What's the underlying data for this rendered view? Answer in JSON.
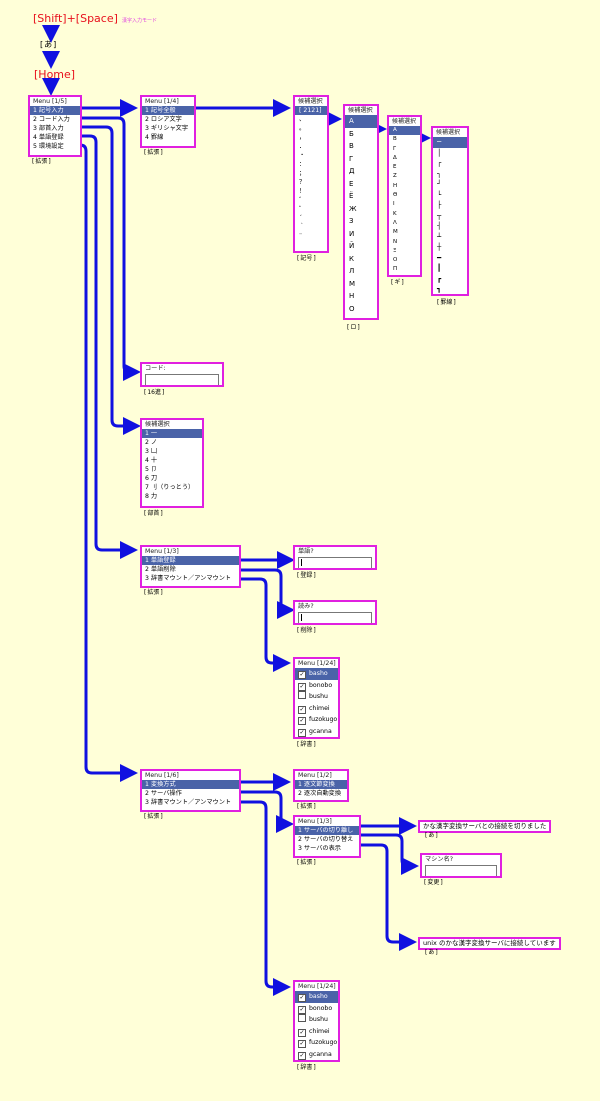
{
  "top": {
    "shortcut": "[Shift]+[Space]",
    "shortcut_note": "漢字入力モード",
    "mode_key": "あ",
    "home_key": "[Home]"
  },
  "main_menu": {
    "title": "Menu [1/5]",
    "items": [
      "1 記号入力",
      "2 コード入力",
      "3 部首入力",
      "4 単語登録",
      "5 環境設定"
    ],
    "label": "拡張"
  },
  "symbol_menu": {
    "title": "Menu [1/4]",
    "items": [
      "1 記号全般",
      "2 ロシア文字",
      "3 ギリシャ文字",
      "4 罫線"
    ],
    "label": "拡張"
  },
  "kigou_list": {
    "title": "候補選択",
    "items": [
      "[ 2121]",
      "、",
      "。",
      "，",
      "．",
      "・",
      "：",
      "；",
      "？",
      "！",
      "゛",
      "゜",
      "´",
      "｀",
      "¨"
    ],
    "label": "記号"
  },
  "russian_list": {
    "title": "候補選択",
    "items": [
      "А",
      "Б",
      "В",
      "Г",
      "Д",
      "Е",
      "Ё",
      "Ж",
      "З",
      "И",
      "Й",
      "К",
      "Л",
      "М",
      "Н",
      "О"
    ],
    "label": "ロ"
  },
  "greek_list": {
    "title": "候補選択",
    "items": [
      "Α",
      "Β",
      "Γ",
      "Δ",
      "Ε",
      "Ζ",
      "Η",
      "Θ",
      "Ι",
      "Κ",
      "Λ",
      "Μ",
      "Ν",
      "Ξ",
      "Ο",
      "Π"
    ],
    "label": "ギ"
  },
  "keisen_list": {
    "title": "候補選択",
    "items": [
      "─",
      "│",
      "┌",
      "┐",
      "┘",
      "└",
      "├",
      "┬",
      "┤",
      "┴",
      "┼",
      "━",
      "┃",
      "┏",
      "┓"
    ],
    "label": "罫線"
  },
  "code_input": {
    "title": "コード:",
    "label": "16進"
  },
  "bushu_list": {
    "title": "候補選択",
    "items": [
      "1 一",
      "2 ノ",
      "3 凵",
      "4 十",
      "5 卩",
      "6 刀",
      "7 刂（りっとう）",
      "8 力"
    ],
    "label": "部首"
  },
  "word_menu": {
    "title": "Menu [1/3]",
    "items": [
      "1 単語登録",
      "2 単語削除",
      "3 辞書マウント／アンマウント"
    ],
    "label": "拡張"
  },
  "word_prompt": {
    "title": "単語?",
    "label": "登録"
  },
  "yomi_prompt": {
    "title": "読み?",
    "label": "削除"
  },
  "dict_menu_1": {
    "title": "Menu [1/24]",
    "items": [
      {
        "name": "basho",
        "checked": true
      },
      {
        "name": "bonobo",
        "checked": true
      },
      {
        "name": "bushu",
        "checked": false
      },
      {
        "name": "chimei",
        "checked": true
      },
      {
        "name": "fuzokugo",
        "checked": true
      },
      {
        "name": "gcanna",
        "checked": true
      }
    ],
    "label": "辞書"
  },
  "env_menu": {
    "title": "Menu [1/6]",
    "items": [
      "1 変換方式",
      "2 サーバ操作",
      "3 辞書マウント／アンマウント"
    ],
    "label": "拡張"
  },
  "conv_menu": {
    "title": "Menu [1/2]",
    "items": [
      "1 逐文節変換",
      "2 逐次自動変換"
    ],
    "label": "拡張"
  },
  "server_menu": {
    "title": "Menu [1/3]",
    "items": [
      "1 サーバの切り離し",
      "2 サーバの切り替え",
      "3 サーバの表示"
    ],
    "label": "拡張"
  },
  "disconnect_msg": {
    "text": "かな漢字変換サーバとの接続を切りました",
    "label": "あ"
  },
  "machine_prompt": {
    "title": "マシン名?",
    "label": "変更"
  },
  "server_msg": {
    "text": "unix のかな漢字変換サーバに接続しています",
    "label": "あ"
  },
  "dict_menu_2": {
    "title": "Menu [1/24]",
    "items": [
      {
        "name": "basho",
        "checked": true
      },
      {
        "name": "bonobo",
        "checked": true
      },
      {
        "name": "bushu",
        "checked": false
      },
      {
        "name": "chimei",
        "checked": true
      },
      {
        "name": "fuzokugo",
        "checked": true
      },
      {
        "name": "gcanna",
        "checked": true
      }
    ],
    "label": "辞書"
  },
  "colors": {
    "wire": "#1010e0",
    "border": "#e020e0",
    "selection": "#4a63a8",
    "background": "#ffffd8",
    "accent": "#e8101c"
  }
}
